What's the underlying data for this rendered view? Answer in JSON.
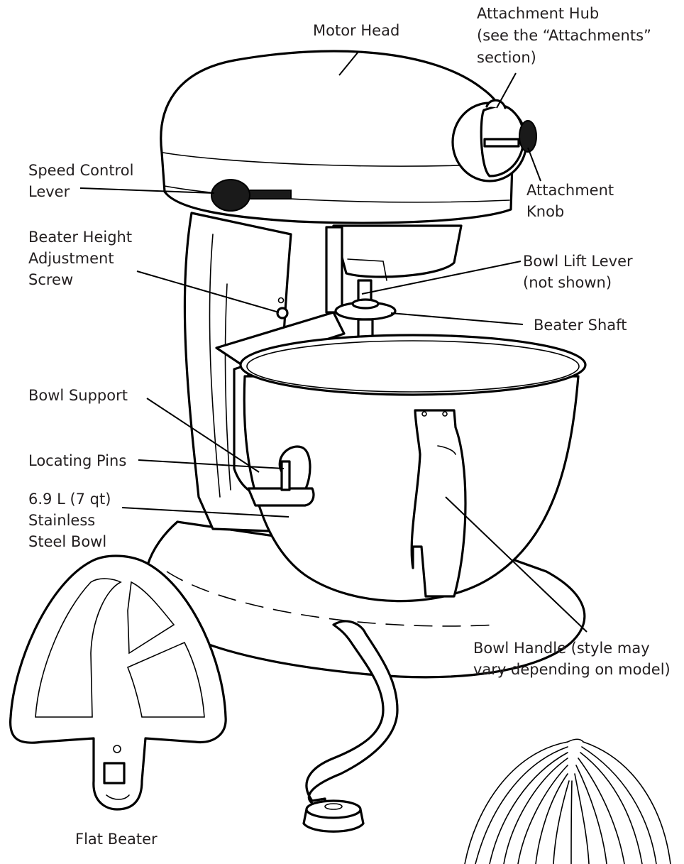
{
  "labels": {
    "motor_head": [
      "Motor Head"
    ],
    "attachment_hub": [
      "Attachment Hub",
      "(see the “Attachments”",
      "section)"
    ],
    "speed_control_lever": [
      "Speed Control",
      "Lever"
    ],
    "attachment_knob": [
      "Attachment",
      "Knob"
    ],
    "beater_height": [
      "Beater Height",
      "Adjustment",
      "Screw"
    ],
    "bowl_lift_lever": [
      "Bowl Lift Lever",
      "(not shown)"
    ],
    "beater_shaft": [
      "Beater Shaft"
    ],
    "bowl_support": [
      "Bowl Support"
    ],
    "locating_pins": [
      "Locating Pins"
    ],
    "bowl": [
      "6.9 L (7 qt)",
      "Stainless",
      "Steel Bowl"
    ],
    "bowl_handle": [
      "Bowl Handle (style may",
      "vary depending on model)"
    ],
    "flat_beater": [
      "Flat Beater"
    ]
  }
}
